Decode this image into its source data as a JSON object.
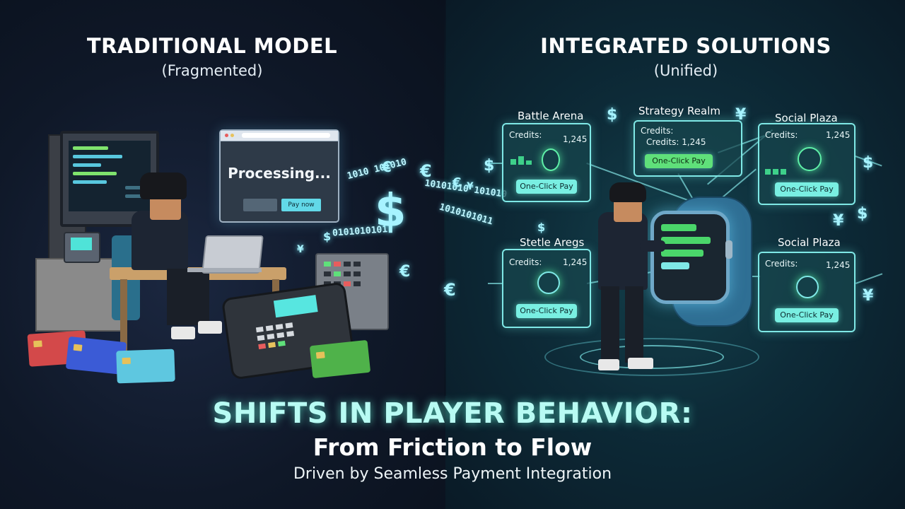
{
  "left": {
    "heading": "TRADITIONAL MODEL",
    "subheading": "(Fragmented)",
    "browser": {
      "status_text": "Processing...",
      "button_label": "Pay now"
    }
  },
  "right": {
    "heading": "INTEGRATED SOLUTIONS",
    "subheading": "(Unified)",
    "panels": [
      {
        "title": "Battle Arena",
        "credits_label": "Credits:",
        "credits_value": "1,245",
        "button": "One-Click Pay"
      },
      {
        "title": "Strategy Realm",
        "credits_label": "Credits:",
        "credits_value": "Credits: 1,245",
        "button": "One-Click Pay"
      },
      {
        "title": "Social Plaza",
        "credits_label": "Credits:",
        "credits_value": "1,245",
        "button": "One-Click Pay"
      },
      {
        "title": "Stetle Aregs",
        "credits_label": "Credits:",
        "credits_value": "1,245",
        "button": "One-Click Pay"
      },
      {
        "title": "Social Plaza",
        "credits_label": "Credits:",
        "credits_value": "1,245",
        "button": "One-Click Pay"
      }
    ]
  },
  "currency": {
    "dollar": "$",
    "euro": "€",
    "yen": "¥",
    "binary_1": "1010 101010",
    "binary_2": "10101010 101010",
    "binary_3": "1010101011",
    "binary_4": "0101010101"
  },
  "title": {
    "main": "SHIFTS IN PLAYER BEHAVIOR:",
    "sub": "From Friction to Flow",
    "tagline": "Driven by Seamless Payment Integration"
  },
  "colors": {
    "accent_cyan": "#b8fbf3",
    "panel_border": "#7fe8e6",
    "button_green": "#5fe07a",
    "button_cyan": "#79efe2"
  }
}
